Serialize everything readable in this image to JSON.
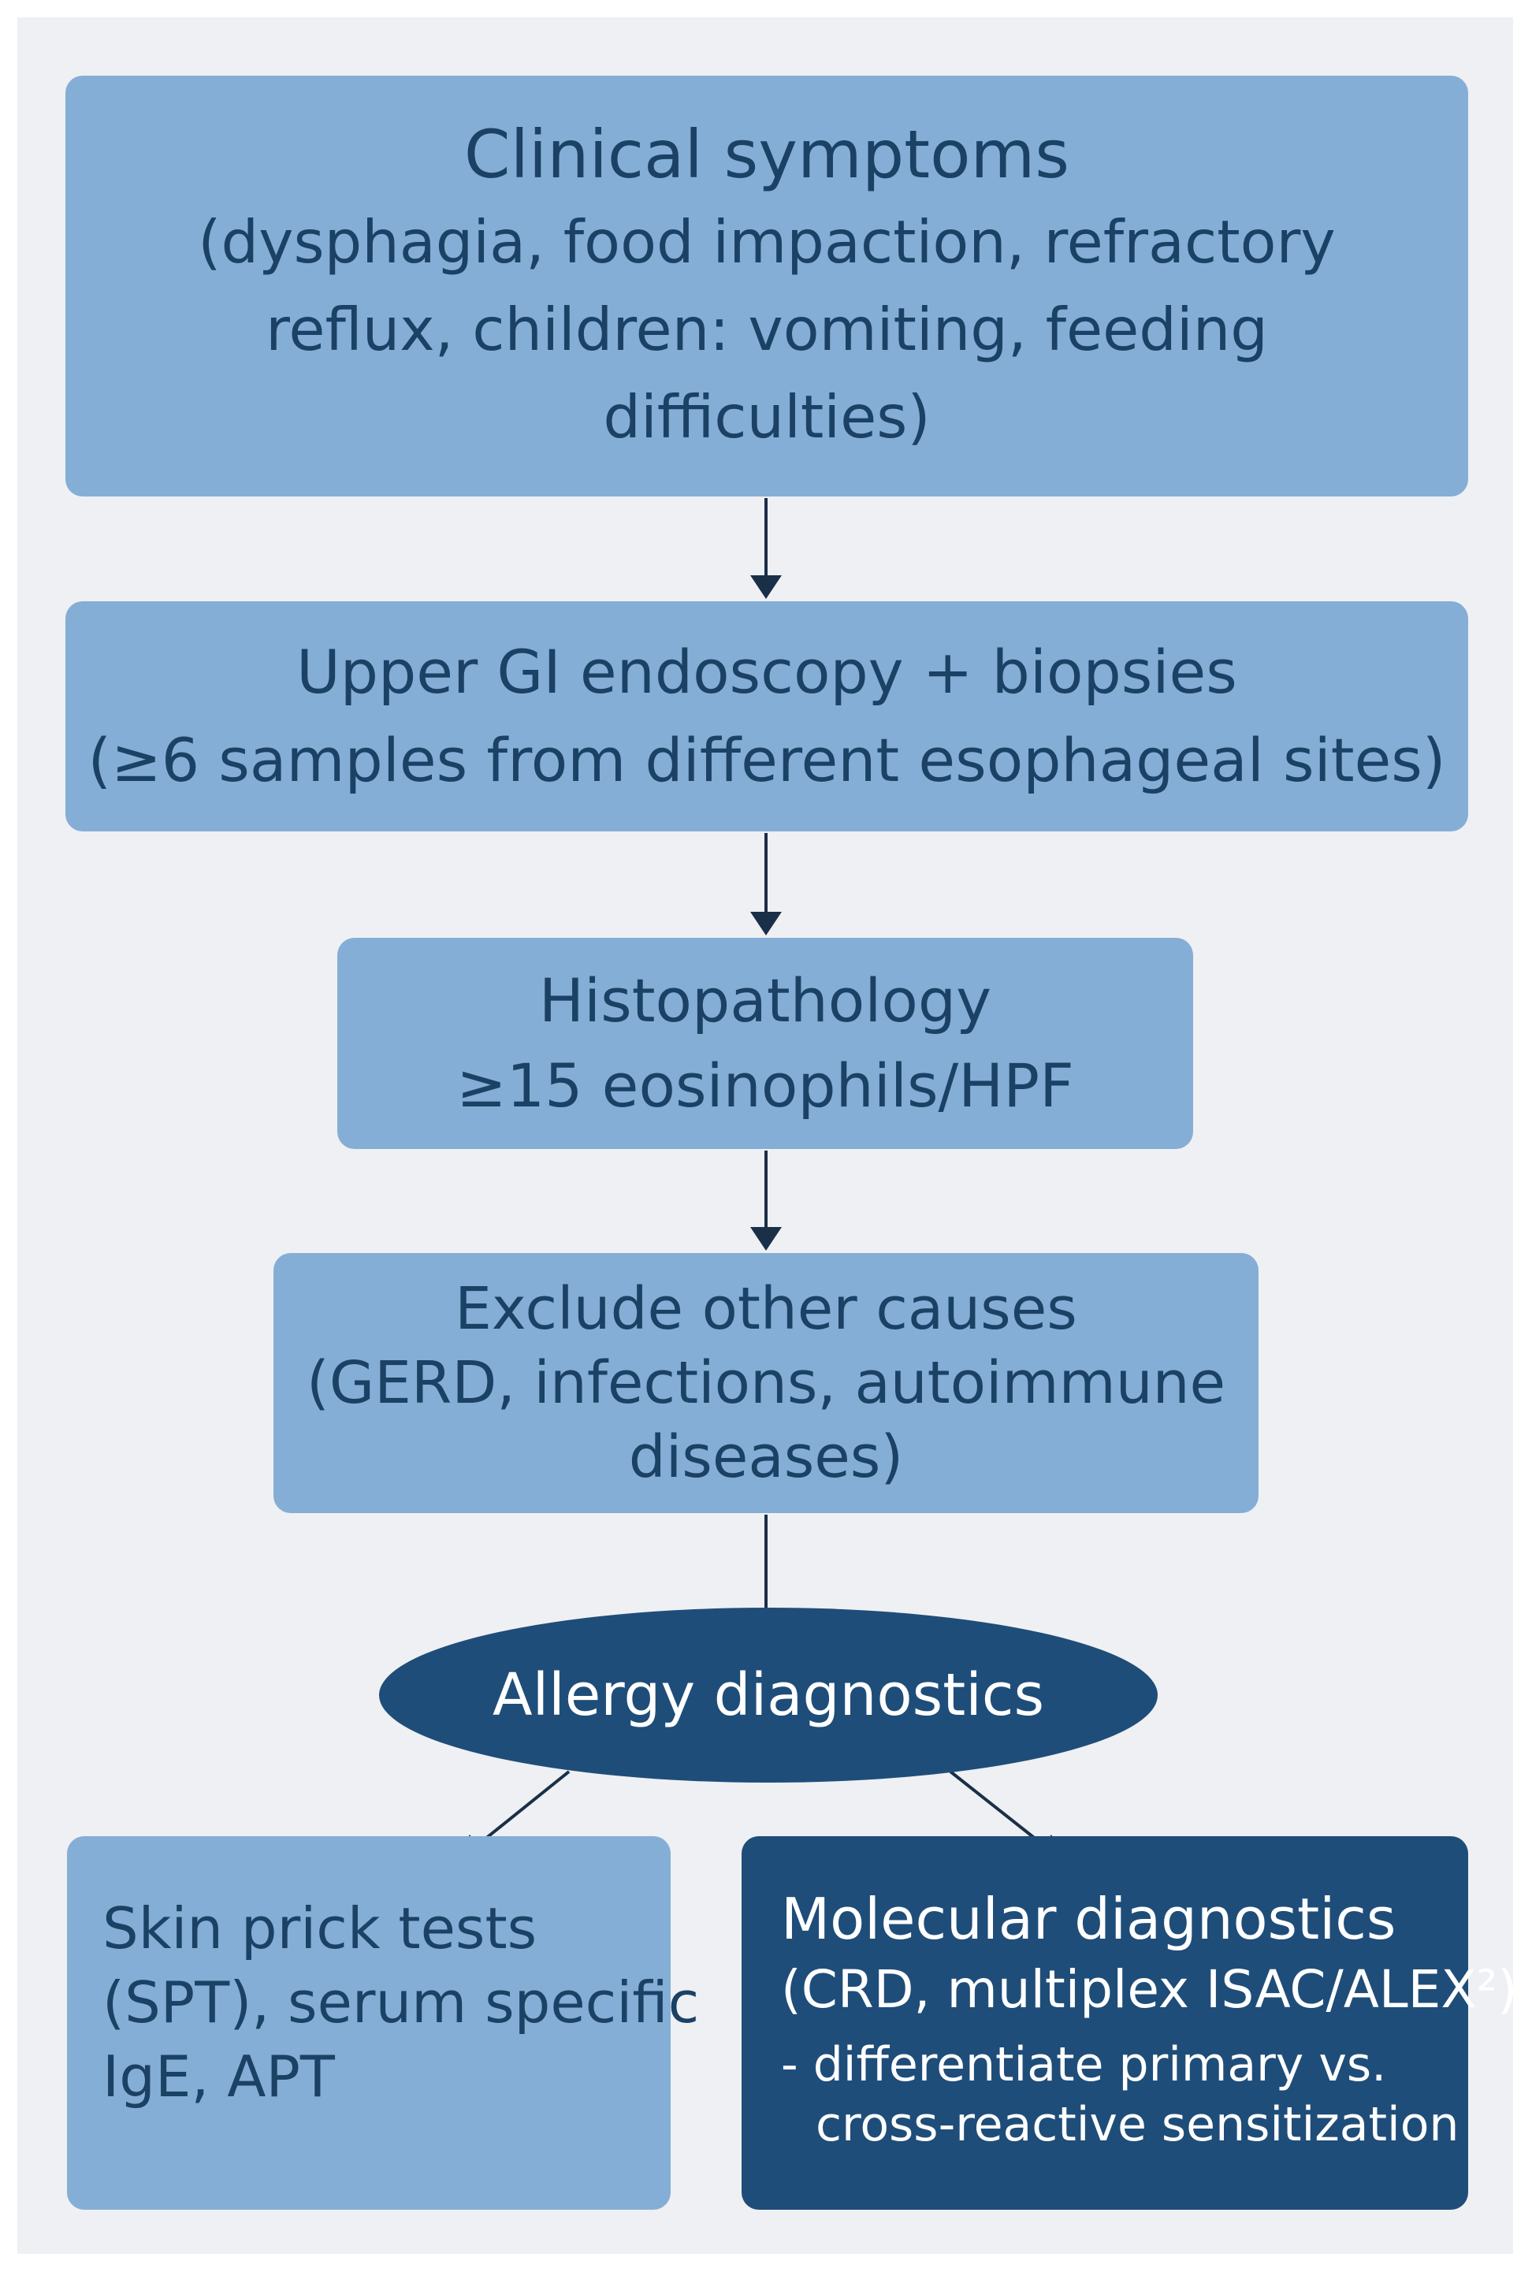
{
  "boxes": {
    "clinical_symptoms": {
      "lines": [
        "Clinical symptoms",
        "(dysphagia, food impaction, refractory",
        "reflux, children: vomiting, feeding",
        "difficulties)"
      ]
    },
    "endoscopy": {
      "lines": [
        "Upper GI endoscopy + biopsies",
        "(≥6 samples from different esophageal sites)"
      ]
    },
    "histopathology": {
      "lines": [
        "Histopathology",
        "≥15 eosinophils/HPF"
      ]
    },
    "exclude": {
      "lines": [
        "Exclude other causes",
        "(GERD, infections, autoimmune",
        "diseases)"
      ]
    },
    "allergy": {
      "label": "Allergy diagnostics"
    },
    "skin_tests": {
      "lines": [
        "Skin prick tests",
        "(SPT), serum specific",
        "IgE, APT"
      ]
    },
    "molecular": {
      "lines": [
        "Molecular diagnostics",
        "(CRD, multiplex ISAC/ALEX²)",
        "- differentiate primary vs.",
        "cross-reactive sensitization"
      ]
    }
  },
  "colors": {
    "background": "#eff0f3",
    "light_box": "#85aed6",
    "dark_box": "#1f4d79",
    "text_dark": "#1b4165",
    "text_light": "#ffffff",
    "connector": "#1a2f48"
  }
}
